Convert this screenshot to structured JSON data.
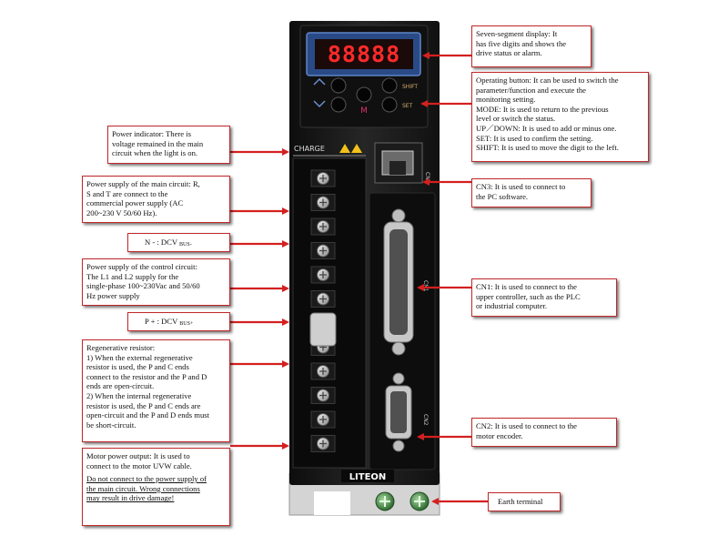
{
  "drive": {
    "brand": "LITEON",
    "display_digits": "88888",
    "charge_label": "CHARGE",
    "shift_label": "SHIFT",
    "set_label": "SET",
    "mode_label": "M",
    "cn3_label": "CN3",
    "cn1_label": "CN1",
    "cn2_label": "CN2"
  },
  "callouts": {
    "display": [
      "Seven-segment display: It",
      "has five digits and shows the",
      "drive status or alarm."
    ],
    "buttons": [
      "Operating button: It can be used to switch the",
      "parameter/function and execute the",
      "monitoring setting.",
      "MODE: It is used to return to the previous",
      "level or switch the status.",
      "UP／DOWN: It is used to add or minus one.",
      "SET: It is used to confirm the setting.",
      "SHIFT: It is used to move the digit to the left."
    ],
    "power_indicator": [
      "Power indicator: There is",
      "voltage remained in the main",
      "circuit when the light is on."
    ],
    "main_power": [
      "Power supply of the main circuit: R,",
      "S and T are connect to the",
      "commercial power supply (AC",
      "200~230 V 50/60 Hz)."
    ],
    "n_minus_main": "N - : DCV ",
    "n_minus_sub": "BUS-",
    "control_power": [
      "Power supply of the control circuit:",
      "The L1 and L2 supply for the",
      "single-phase 100~230Vac and 50/60",
      "Hz power supply"
    ],
    "p_plus_main": "P + : DCV ",
    "p_plus_sub": "BUS+",
    "regen": [
      "Regenerative resistor:",
      "1) When the external regenerative",
      "resistor is used, the P and C ends",
      "connect to the resistor and the P and D",
      "ends are open-circuit.",
      "2) When the internal regenerative",
      "resistor is used, the P and C ends are",
      "open-circuit and the P and D ends must",
      "be short-circuit."
    ],
    "motor_output": [
      "Motor power output: It is used to",
      "connect to the motor UVW cable."
    ],
    "motor_warning": [
      "Do not connect to the power supply of",
      "the main circuit. Wrong connections",
      "may result in drive damage!"
    ],
    "cn3": [
      "CN3: It is used to connect to",
      "the PC software."
    ],
    "cn1": [
      "CN1: It is used to connect to the",
      "upper controller, such as the PLC",
      "or industrial computer."
    ],
    "cn2": [
      "CN2: It is used to connect to the",
      "motor encoder."
    ],
    "earth": "Earth terminal"
  },
  "colors": {
    "callout_border": "#c0282a",
    "arrow": "#d42020",
    "display_red": "#ff2a2a",
    "body": "#1c1c1c"
  }
}
